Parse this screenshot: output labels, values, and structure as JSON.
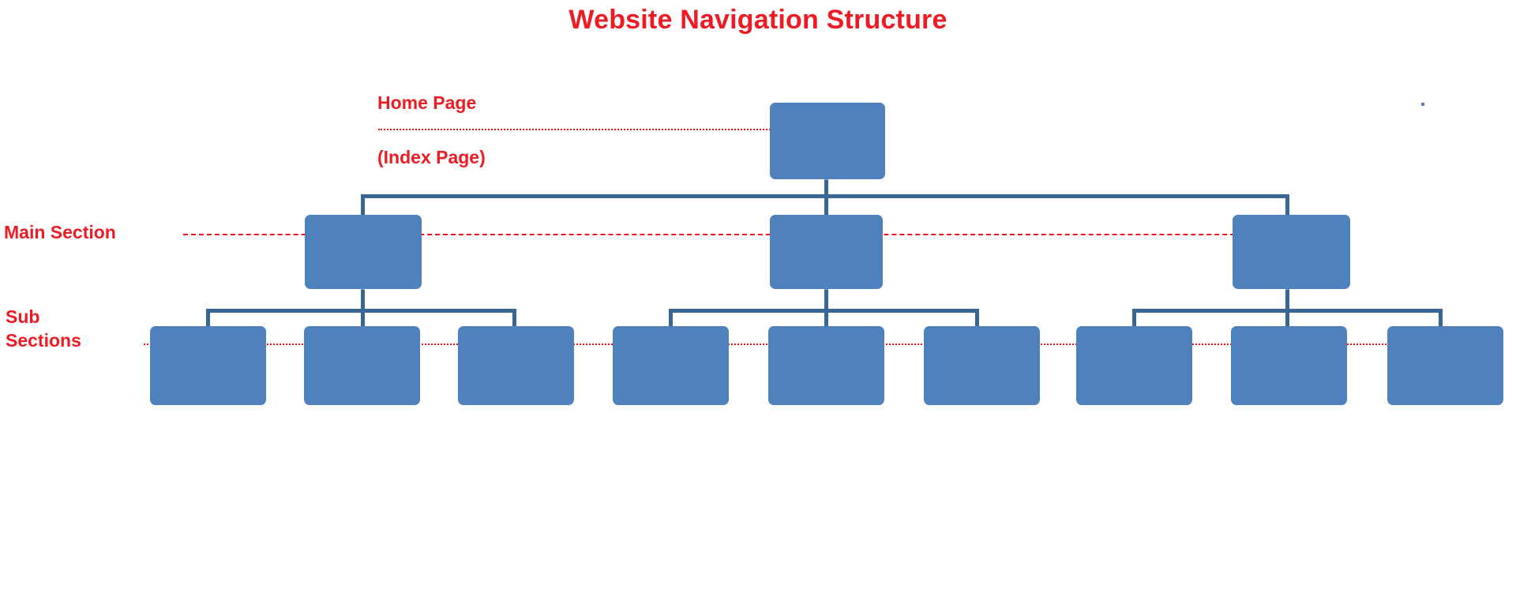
{
  "title": "Website Navigation Structure",
  "colors": {
    "node_fill": "#4F81BD",
    "connector": "#3A6694",
    "annotation": "#ED1C24",
    "leader_line": "#F01020",
    "background": "#FFFFFF"
  },
  "annotations": [
    {
      "id": "home-page",
      "line1": "Home Page",
      "line2": "(Index Page)"
    },
    {
      "id": "main-section",
      "line1": "Main Section",
      "line2": ""
    },
    {
      "id": "sub-sections",
      "line1": "Sub",
      "line2": "Sections"
    }
  ],
  "diagram": {
    "type": "tree",
    "levels": 3,
    "level_names": [
      "Home Page (Index Page)",
      "Main Section",
      "Sub Sections"
    ],
    "root": {
      "id": "home",
      "label": "",
      "level": 0
    },
    "nodes": [
      {
        "id": "home",
        "level": 0,
        "parent": null,
        "label": ""
      },
      {
        "id": "main-1",
        "level": 1,
        "parent": "home",
        "label": ""
      },
      {
        "id": "main-2",
        "level": 1,
        "parent": "home",
        "label": ""
      },
      {
        "id": "main-3",
        "level": 1,
        "parent": "home",
        "label": ""
      },
      {
        "id": "sub-1-1",
        "level": 2,
        "parent": "main-1",
        "label": ""
      },
      {
        "id": "sub-1-2",
        "level": 2,
        "parent": "main-1",
        "label": ""
      },
      {
        "id": "sub-1-3",
        "level": 2,
        "parent": "main-1",
        "label": ""
      },
      {
        "id": "sub-2-1",
        "level": 2,
        "parent": "main-2",
        "label": ""
      },
      {
        "id": "sub-2-2",
        "level": 2,
        "parent": "main-2",
        "label": ""
      },
      {
        "id": "sub-2-3",
        "level": 2,
        "parent": "main-2",
        "label": ""
      },
      {
        "id": "sub-3-1",
        "level": 2,
        "parent": "main-3",
        "label": ""
      },
      {
        "id": "sub-3-2",
        "level": 2,
        "parent": "main-3",
        "label": ""
      },
      {
        "id": "sub-3-3",
        "level": 2,
        "parent": "main-3",
        "label": ""
      }
    ],
    "counts": {
      "level_0": 1,
      "level_1": 3,
      "level_2": 9
    }
  }
}
